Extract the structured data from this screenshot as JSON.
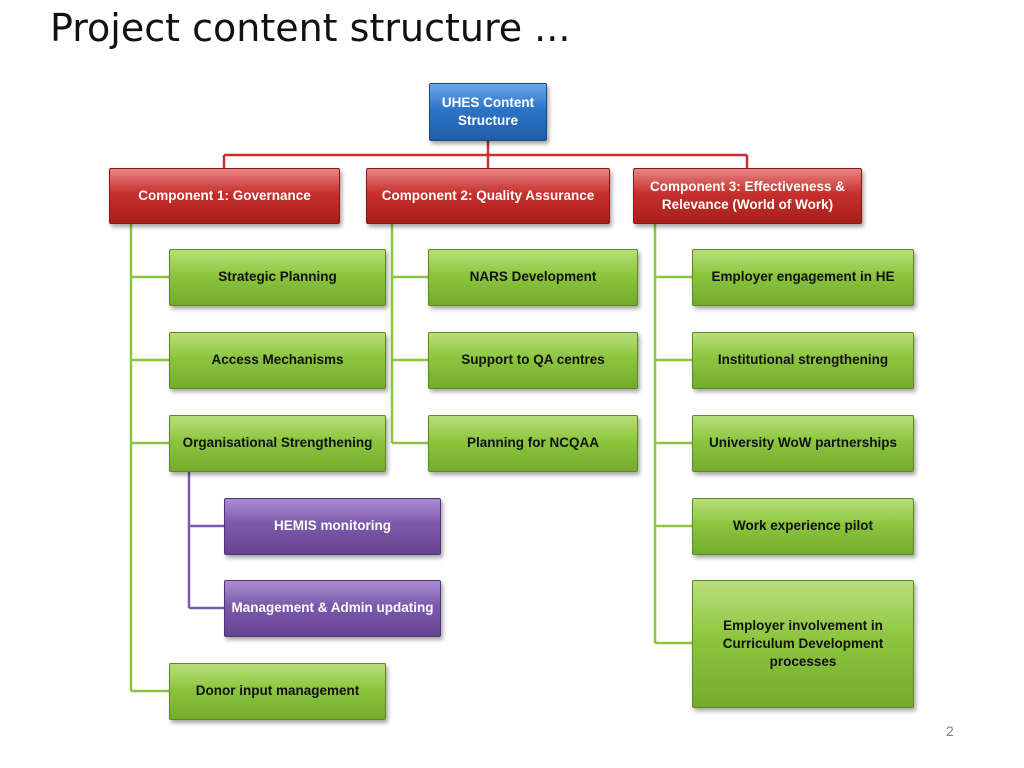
{
  "title": "Project content structure ...",
  "page_number": "2",
  "colors": {
    "root": "#2d74c9",
    "component": "#c7302d",
    "activity": "#8cc63f",
    "sub_activity": "#7c5aab"
  },
  "root": {
    "label": "UHES Content Structure"
  },
  "components": [
    {
      "label": "Component 1: Governance",
      "children": [
        {
          "label": "Strategic Planning"
        },
        {
          "label": "Access Mechanisms"
        },
        {
          "label": "Organisational Strengthening",
          "children": [
            {
              "label": "HEMIS monitoring"
            },
            {
              "label": "Management & Admin updating"
            }
          ]
        },
        {
          "label": "Donor input management"
        }
      ]
    },
    {
      "label": "Component 2: Quality Assurance",
      "children": [
        {
          "label": "NARS Development"
        },
        {
          "label": "Support to QA centres"
        },
        {
          "label": "Planning for NCQAA"
        }
      ]
    },
    {
      "label": "Component 3: Effectiveness & Relevance (World of Work)",
      "children": [
        {
          "label": "Employer engagement in HE"
        },
        {
          "label": "Institutional strengthening"
        },
        {
          "label": "University WoW partnerships"
        },
        {
          "label": "Work experience pilot"
        },
        {
          "label": "Employer involvement in Curriculum Development processes"
        }
      ]
    }
  ]
}
